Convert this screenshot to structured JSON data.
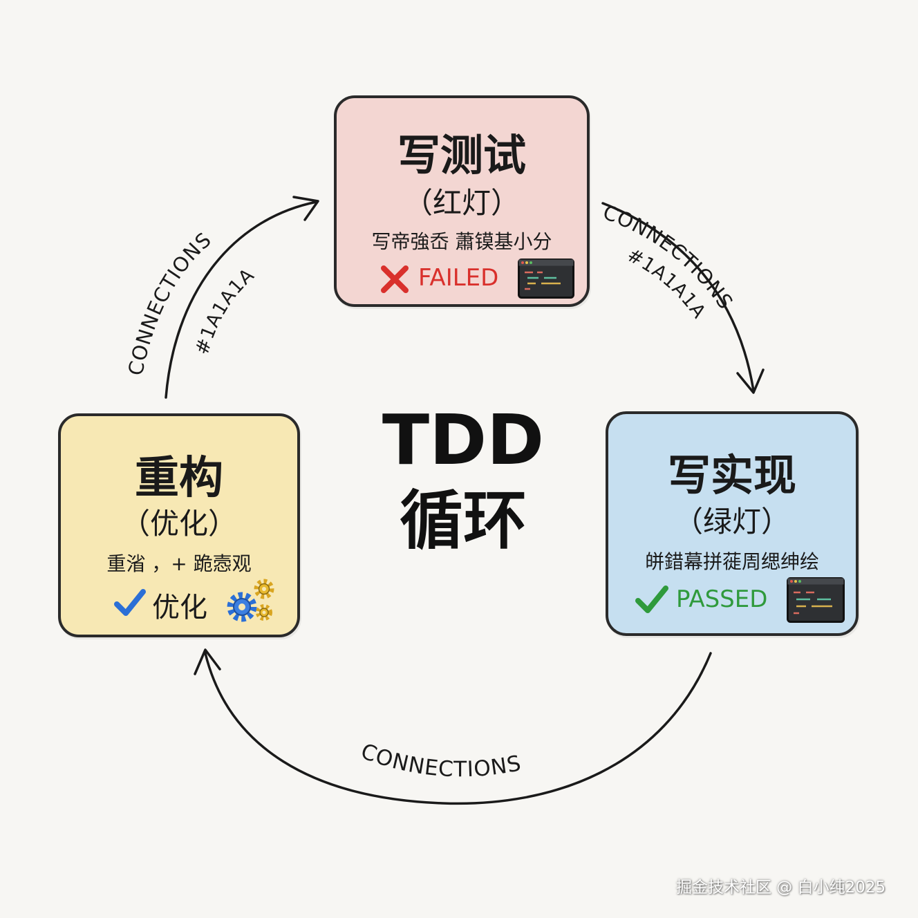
{
  "center": {
    "line1": "TDD",
    "line2": "循环"
  },
  "nodes": {
    "write_test": {
      "title": "写测试",
      "subtitle": "（红灯）",
      "description": "写帝強岙 蕭镆基小分",
      "status_label": "FAILED",
      "status_icon": "x-mark-icon",
      "fill_color": "#f3d6d2",
      "status_color": "#d9302c"
    },
    "write_impl": {
      "title": "写实现",
      "subtitle": "（绿灯）",
      "description": "皏錯幕拼蓰周缌绅绘",
      "status_label": "PASSED",
      "status_icon": "check-mark-icon",
      "fill_color": "#c6dff0",
      "status_color": "#2f9a3c"
    },
    "refactor": {
      "title": "重构",
      "subtitle": "（优化）",
      "description": "重渻 ，+ 跪悫观",
      "status_label": "优化",
      "status_icon": "check-mark-icon",
      "fill_color": "#f7e8b4",
      "status_color": "#2b6fd6"
    }
  },
  "arrows": [
    {
      "id": "test-to-impl",
      "label": "CONNECTIONS",
      "sublabel": "#1A1A1A"
    },
    {
      "id": "impl-to-refactor",
      "label": "CONNECTIONS"
    },
    {
      "id": "refactor-to-test",
      "label": "CONNECTIONS",
      "sublabel": "#1A1A1A"
    }
  ],
  "watermark": "掘金技术社区 @ 白小纯2025",
  "colors": {
    "stroke": "#1a1a1a",
    "background": "#f7f6f3"
  }
}
